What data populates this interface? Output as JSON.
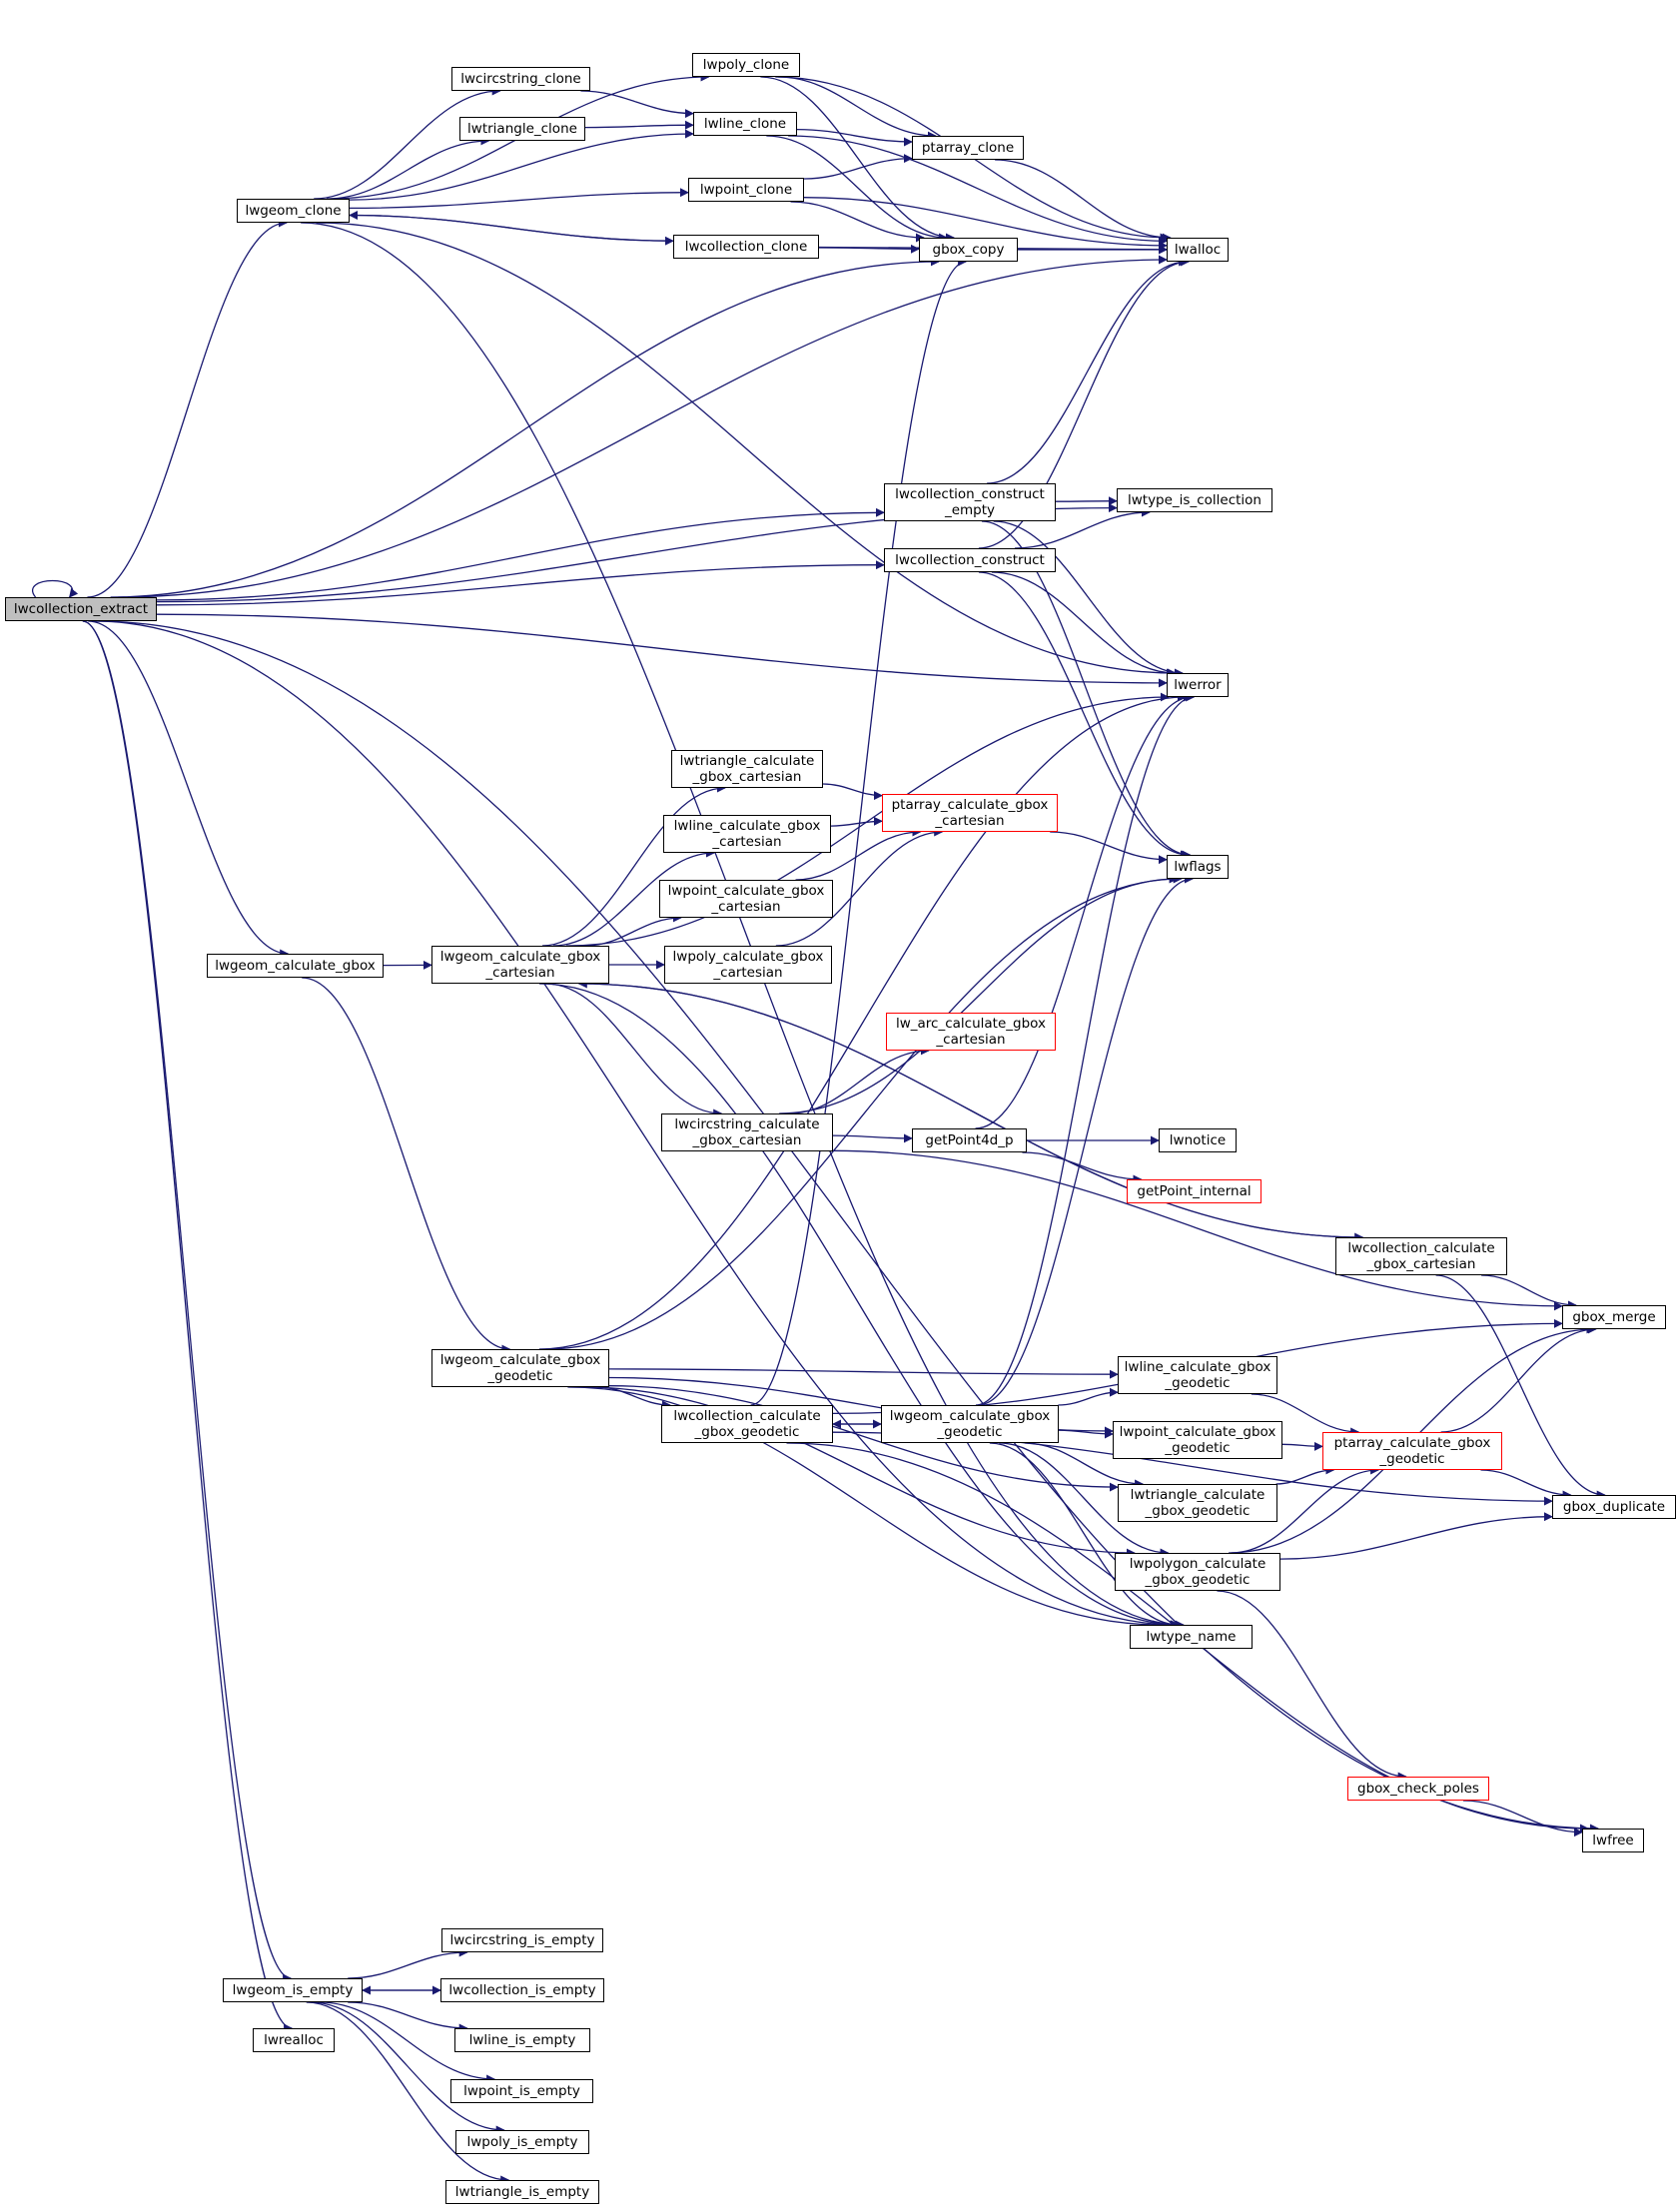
{
  "colors": {
    "edge": "#191970",
    "node_border": "#000000",
    "truncated_border": "#ff0000",
    "root_fill": "#bfbfbf",
    "node_fill": "#ffffff"
  },
  "nodes": [
    {
      "id": "lwcollection_extract",
      "lines": [
        "lwcollection_extract"
      ],
      "root": true
    },
    {
      "id": "lwgeom_clone",
      "lines": [
        "lwgeom_clone"
      ]
    },
    {
      "id": "lwcircstring_clone",
      "lines": [
        "lwcircstring_clone"
      ]
    },
    {
      "id": "lwtriangle_clone",
      "lines": [
        "lwtriangle_clone"
      ]
    },
    {
      "id": "lwpoly_clone",
      "lines": [
        "lwpoly_clone"
      ]
    },
    {
      "id": "lwline_clone",
      "lines": [
        "lwline_clone"
      ]
    },
    {
      "id": "lwpoint_clone",
      "lines": [
        "lwpoint_clone"
      ]
    },
    {
      "id": "lwcollection_clone",
      "lines": [
        "lwcollection_clone"
      ]
    },
    {
      "id": "ptarray_clone",
      "lines": [
        "ptarray_clone"
      ]
    },
    {
      "id": "gbox_copy",
      "lines": [
        "gbox_copy"
      ]
    },
    {
      "id": "lwalloc",
      "lines": [
        "lwalloc"
      ]
    },
    {
      "id": "lwcollection_construct_empty",
      "lines": [
        "lwcollection_construct",
        "_empty"
      ]
    },
    {
      "id": "lwtype_is_collection",
      "lines": [
        "lwtype_is_collection"
      ]
    },
    {
      "id": "lwcollection_construct",
      "lines": [
        "lwcollection_construct"
      ]
    },
    {
      "id": "lwerror",
      "lines": [
        "lwerror"
      ]
    },
    {
      "id": "lwtriangle_calculate_gbox_cartesian",
      "lines": [
        "lwtriangle_calculate",
        "_gbox_cartesian"
      ]
    },
    {
      "id": "ptarray_calculate_gbox_cartesian",
      "lines": [
        "ptarray_calculate_gbox",
        "_cartesian"
      ],
      "truncated": true
    },
    {
      "id": "lwline_calculate_gbox_cartesian",
      "lines": [
        "lwline_calculate_gbox",
        "_cartesian"
      ]
    },
    {
      "id": "lwflags",
      "lines": [
        "lwflags"
      ]
    },
    {
      "id": "lwpoint_calculate_gbox_cartesian",
      "lines": [
        "lwpoint_calculate_gbox",
        "_cartesian"
      ]
    },
    {
      "id": "lwgeom_calculate_gbox",
      "lines": [
        "lwgeom_calculate_gbox"
      ]
    },
    {
      "id": "lwgeom_calculate_gbox_cartesian",
      "lines": [
        "lwgeom_calculate_gbox",
        "_cartesian"
      ]
    },
    {
      "id": "lwpoly_calculate_gbox_cartesian",
      "lines": [
        "lwpoly_calculate_gbox",
        "_cartesian"
      ]
    },
    {
      "id": "lw_arc_calculate_gbox_cartesian",
      "lines": [
        "lw_arc_calculate_gbox",
        "_cartesian"
      ],
      "truncated": true
    },
    {
      "id": "lwcircstring_calculate_gbox_cartesian",
      "lines": [
        "lwcircstring_calculate",
        "_gbox_cartesian"
      ]
    },
    {
      "id": "getPoint4d_p",
      "lines": [
        "getPoint4d_p"
      ]
    },
    {
      "id": "lwnotice",
      "lines": [
        "lwnotice"
      ]
    },
    {
      "id": "getPoint_internal",
      "lines": [
        "getPoint_internal"
      ],
      "truncated": true
    },
    {
      "id": "lwcollection_calculate_gbox_cartesian",
      "lines": [
        "lwcollection_calculate",
        "_gbox_cartesian"
      ]
    },
    {
      "id": "gbox_merge",
      "lines": [
        "gbox_merge"
      ]
    },
    {
      "id": "lwgeom_calculate_gbox_geodetic",
      "lines": [
        "lwgeom_calculate_gbox",
        "_geodetic"
      ]
    },
    {
      "id": "lwline_calculate_gbox_geodetic",
      "lines": [
        "lwline_calculate_gbox",
        "_geodetic"
      ]
    },
    {
      "id": "lwcollection_calculate_gbox_geodetic",
      "lines": [
        "lwcollection_calculate",
        "_gbox_geodetic"
      ]
    },
    {
      "id": "lwgeom_calculate_gbox_geodetic2",
      "lines": [
        "lwgeom_calculate_gbox",
        "_geodetic"
      ]
    },
    {
      "id": "lwpoint_calculate_gbox_geodetic",
      "lines": [
        "lwpoint_calculate_gbox",
        "_geodetic"
      ]
    },
    {
      "id": "ptarray_calculate_gbox_geodetic",
      "lines": [
        "ptarray_calculate_gbox",
        "_geodetic"
      ],
      "truncated": true
    },
    {
      "id": "lwtriangle_calculate_gbox_geodetic",
      "lines": [
        "lwtriangle_calculate",
        "_gbox_geodetic"
      ]
    },
    {
      "id": "gbox_duplicate",
      "lines": [
        "gbox_duplicate"
      ]
    },
    {
      "id": "lwpolygon_calculate_gbox_geodetic",
      "lines": [
        "lwpolygon_calculate",
        "_gbox_geodetic"
      ]
    },
    {
      "id": "lwtype_name",
      "lines": [
        "lwtype_name"
      ]
    },
    {
      "id": "gbox_check_poles",
      "lines": [
        "gbox_check_poles"
      ],
      "truncated": true
    },
    {
      "id": "lwfree",
      "lines": [
        "lwfree"
      ]
    },
    {
      "id": "lwcircstring_is_empty",
      "lines": [
        "lwcircstring_is_empty"
      ]
    },
    {
      "id": "lwgeom_is_empty",
      "lines": [
        "lwgeom_is_empty"
      ]
    },
    {
      "id": "lwcollection_is_empty",
      "lines": [
        "lwcollection_is_empty"
      ]
    },
    {
      "id": "lwline_is_empty",
      "lines": [
        "lwline_is_empty"
      ]
    },
    {
      "id": "lwrealloc",
      "lines": [
        "lwrealloc"
      ]
    },
    {
      "id": "lwpoint_is_empty",
      "lines": [
        "lwpoint_is_empty"
      ]
    },
    {
      "id": "lwpoly_is_empty",
      "lines": [
        "lwpoly_is_empty"
      ]
    },
    {
      "id": "lwtriangle_is_empty",
      "lines": [
        "lwtriangle_is_empty"
      ]
    }
  ],
  "edges": [
    [
      "lwcollection_extract",
      "lwcollection_extract"
    ],
    [
      "lwcollection_extract",
      "lwgeom_clone"
    ],
    [
      "lwcollection_extract",
      "gbox_copy"
    ],
    [
      "lwcollection_extract",
      "lwalloc"
    ],
    [
      "lwcollection_extract",
      "lwtype_is_collection"
    ],
    [
      "lwcollection_extract",
      "lwcollection_construct_empty"
    ],
    [
      "lwcollection_extract",
      "lwcollection_construct"
    ],
    [
      "lwcollection_extract",
      "lwerror"
    ],
    [
      "lwcollection_extract",
      "lwgeom_calculate_gbox"
    ],
    [
      "lwcollection_extract",
      "lwtype_name"
    ],
    [
      "lwcollection_extract",
      "lwfree"
    ],
    [
      "lwcollection_extract",
      "lwgeom_is_empty"
    ],
    [
      "lwcollection_extract",
      "lwrealloc"
    ],
    [
      "lwgeom_clone",
      "lwcircstring_clone"
    ],
    [
      "lwgeom_clone",
      "lwtriangle_clone"
    ],
    [
      "lwgeom_clone",
      "lwpoly_clone"
    ],
    [
      "lwgeom_clone",
      "lwline_clone"
    ],
    [
      "lwgeom_clone",
      "lwpoint_clone"
    ],
    [
      "lwgeom_clone",
      "lwcollection_clone"
    ],
    [
      "lwgeom_clone",
      "lwerror"
    ],
    [
      "lwgeom_clone",
      "lwtype_name"
    ],
    [
      "lwcircstring_clone",
      "lwline_clone"
    ],
    [
      "lwtriangle_clone",
      "lwline_clone"
    ],
    [
      "lwpoly_clone",
      "ptarray_clone"
    ],
    [
      "lwpoly_clone",
      "gbox_copy"
    ],
    [
      "lwpoly_clone",
      "lwalloc"
    ],
    [
      "lwline_clone",
      "ptarray_clone"
    ],
    [
      "lwline_clone",
      "gbox_copy"
    ],
    [
      "lwline_clone",
      "lwalloc"
    ],
    [
      "lwpoint_clone",
      "ptarray_clone"
    ],
    [
      "lwpoint_clone",
      "gbox_copy"
    ],
    [
      "lwpoint_clone",
      "lwalloc"
    ],
    [
      "lwcollection_clone",
      "lwgeom_clone"
    ],
    [
      "lwcollection_clone",
      "gbox_copy"
    ],
    [
      "lwcollection_clone",
      "lwalloc"
    ],
    [
      "ptarray_clone",
      "lwalloc"
    ],
    [
      "gbox_copy",
      "lwalloc"
    ],
    [
      "lwcollection_construct_empty",
      "lwtype_is_collection"
    ],
    [
      "lwcollection_construct_empty",
      "lwalloc"
    ],
    [
      "lwcollection_construct_empty",
      "lwerror"
    ],
    [
      "lwcollection_construct_empty",
      "lwflags"
    ],
    [
      "lwcollection_construct",
      "lwtype_is_collection"
    ],
    [
      "lwcollection_construct",
      "lwalloc"
    ],
    [
      "lwcollection_construct",
      "lwerror"
    ],
    [
      "lwcollection_construct",
      "lwflags"
    ],
    [
      "lwgeom_calculate_gbox",
      "lwgeom_calculate_gbox_cartesian"
    ],
    [
      "lwgeom_calculate_gbox",
      "lwgeom_calculate_gbox_geodetic"
    ],
    [
      "lwgeom_calculate_gbox_cartesian",
      "lwtriangle_calculate_gbox_cartesian"
    ],
    [
      "lwgeom_calculate_gbox_cartesian",
      "lwline_calculate_gbox_cartesian"
    ],
    [
      "lwgeom_calculate_gbox_cartesian",
      "lwpoint_calculate_gbox_cartesian"
    ],
    [
      "lwgeom_calculate_gbox_cartesian",
      "lwpoly_calculate_gbox_cartesian"
    ],
    [
      "lwgeom_calculate_gbox_cartesian",
      "lwcircstring_calculate_gbox_cartesian"
    ],
    [
      "lwgeom_calculate_gbox_cartesian",
      "lwcollection_calculate_gbox_cartesian"
    ],
    [
      "lwgeom_calculate_gbox_cartesian",
      "lwerror"
    ],
    [
      "lwgeom_calculate_gbox_cartesian",
      "lwtype_name"
    ],
    [
      "lwtriangle_calculate_gbox_cartesian",
      "ptarray_calculate_gbox_cartesian"
    ],
    [
      "lwline_calculate_gbox_cartesian",
      "ptarray_calculate_gbox_cartesian"
    ],
    [
      "lwpoint_calculate_gbox_cartesian",
      "ptarray_calculate_gbox_cartesian"
    ],
    [
      "lwpoly_calculate_gbox_cartesian",
      "ptarray_calculate_gbox_cartesian"
    ],
    [
      "ptarray_calculate_gbox_cartesian",
      "lwflags"
    ],
    [
      "lwcircstring_calculate_gbox_cartesian",
      "lw_arc_calculate_gbox_cartesian"
    ],
    [
      "lwcircstring_calculate_gbox_cartesian",
      "lwflags"
    ],
    [
      "lwcircstring_calculate_gbox_cartesian",
      "getPoint4d_p"
    ],
    [
      "lwcircstring_calculate_gbox_cartesian",
      "gbox_merge"
    ],
    [
      "getPoint4d_p",
      "lwerror"
    ],
    [
      "getPoint4d_p",
      "lwnotice"
    ],
    [
      "getPoint4d_p",
      "getPoint_internal"
    ],
    [
      "lwcollection_calculate_gbox_cartesian",
      "lwgeom_calculate_gbox_cartesian"
    ],
    [
      "lwcollection_calculate_gbox_cartesian",
      "gbox_merge"
    ],
    [
      "lwcollection_calculate_gbox_cartesian",
      "gbox_duplicate"
    ],
    [
      "lwgeom_calculate_gbox_geodetic",
      "lwline_calculate_gbox_geodetic"
    ],
    [
      "lwgeom_calculate_gbox_geodetic",
      "lwcollection_calculate_gbox_geodetic"
    ],
    [
      "lwgeom_calculate_gbox_geodetic",
      "lwpoint_calculate_gbox_geodetic"
    ],
    [
      "lwgeom_calculate_gbox_geodetic",
      "lwtriangle_calculate_gbox_geodetic"
    ],
    [
      "lwgeom_calculate_gbox_geodetic",
      "lwpolygon_calculate_gbox_geodetic"
    ],
    [
      "lwgeom_calculate_gbox_geodetic",
      "lwtype_name"
    ],
    [
      "lwgeom_calculate_gbox_geodetic",
      "lwerror"
    ],
    [
      "lwgeom_calculate_gbox_geodetic",
      "lwflags"
    ],
    [
      "lwcollection_calculate_gbox_geodetic",
      "lwgeom_calculate_gbox_geodetic2"
    ],
    [
      "lwcollection_calculate_gbox_geodetic",
      "gbox_merge"
    ],
    [
      "lwcollection_calculate_gbox_geodetic",
      "gbox_duplicate"
    ],
    [
      "lwcollection_calculate_gbox_geodetic",
      "gbox_copy"
    ],
    [
      "lwcollection_calculate_gbox_geodetic",
      "lwfree"
    ],
    [
      "lwgeom_calculate_gbox_geodetic2",
      "lwcollection_calculate_gbox_geodetic"
    ],
    [
      "lwgeom_calculate_gbox_geodetic2",
      "lwline_calculate_gbox_geodetic"
    ],
    [
      "lwgeom_calculate_gbox_geodetic2",
      "lwpoint_calculate_gbox_geodetic"
    ],
    [
      "lwgeom_calculate_gbox_geodetic2",
      "lwtriangle_calculate_gbox_geodetic"
    ],
    [
      "lwgeom_calculate_gbox_geodetic2",
      "lwpolygon_calculate_gbox_geodetic"
    ],
    [
      "lwgeom_calculate_gbox_geodetic2",
      "lwtype_name"
    ],
    [
      "lwgeom_calculate_gbox_geodetic2",
      "lwerror"
    ],
    [
      "lwgeom_calculate_gbox_geodetic2",
      "lwflags"
    ],
    [
      "lwline_calculate_gbox_geodetic",
      "ptarray_calculate_gbox_geodetic"
    ],
    [
      "lwpoint_calculate_gbox_geodetic",
      "ptarray_calculate_gbox_geodetic"
    ],
    [
      "lwtriangle_calculate_gbox_geodetic",
      "ptarray_calculate_gbox_geodetic"
    ],
    [
      "lwpolygon_calculate_gbox_geodetic",
      "ptarray_calculate_gbox_geodetic"
    ],
    [
      "lwpolygon_calculate_gbox_geodetic",
      "gbox_merge"
    ],
    [
      "lwpolygon_calculate_gbox_geodetic",
      "gbox_duplicate"
    ],
    [
      "lwpolygon_calculate_gbox_geodetic",
      "gbox_check_poles"
    ],
    [
      "ptarray_calculate_gbox_geodetic",
      "gbox_merge"
    ],
    [
      "ptarray_calculate_gbox_geodetic",
      "gbox_duplicate"
    ],
    [
      "gbox_check_poles",
      "lwfree"
    ],
    [
      "lwgeom_is_empty",
      "lwcircstring_is_empty"
    ],
    [
      "lwgeom_is_empty",
      "lwcollection_is_empty"
    ],
    [
      "lwgeom_is_empty",
      "lwline_is_empty"
    ],
    [
      "lwgeom_is_empty",
      "lwpoint_is_empty"
    ],
    [
      "lwgeom_is_empty",
      "lwpoly_is_empty"
    ],
    [
      "lwgeom_is_empty",
      "lwtriangle_is_empty"
    ],
    [
      "lwcollection_is_empty",
      "lwgeom_is_empty"
    ]
  ]
}
